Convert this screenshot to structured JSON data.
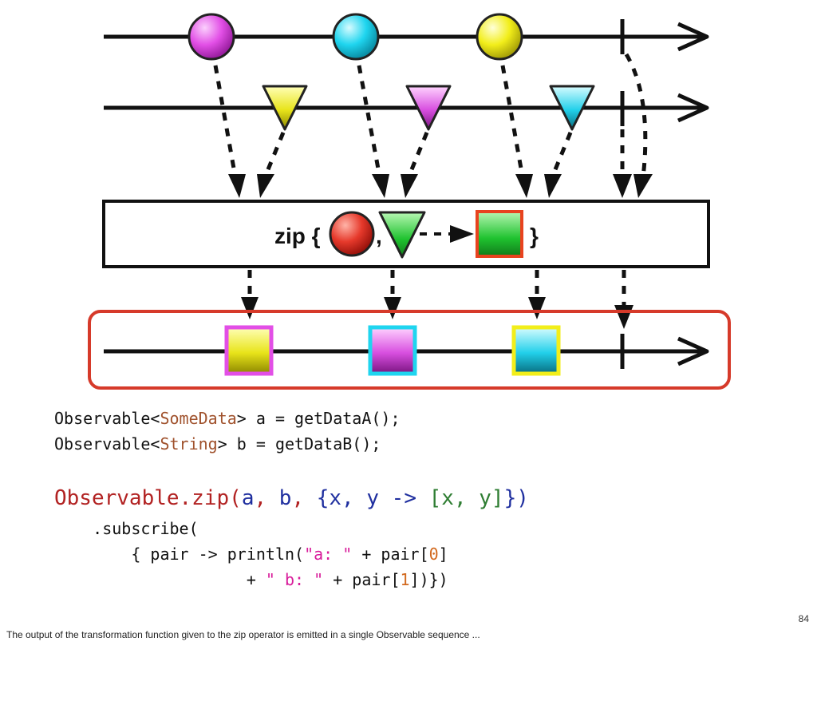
{
  "diagram": {
    "operator_box_label": "zip {",
    "operator_box_close": "}",
    "comma": ",",
    "top_stream": [
      "magenta",
      "cyan",
      "yellow"
    ],
    "second_stream": [
      "yellow",
      "magenta",
      "cyan"
    ],
    "output_stream": [
      {
        "fill": "yellow",
        "border": "magenta"
      },
      {
        "fill": "magenta",
        "border": "cyan"
      },
      {
        "fill": "cyan",
        "border": "yellow"
      }
    ],
    "colors": {
      "magenta": "#e24fe6",
      "cyan": "#1fd5ef",
      "yellow": "#f2ee1a",
      "red_highlight": "#d63a2a",
      "green": "#1fb52d"
    }
  },
  "code": {
    "line1": {
      "a": "Observable<",
      "type": "SomeData",
      "b": "> a = getDataA();"
    },
    "line2": {
      "a": "Observable<",
      "type": "String",
      "b": "> b = getDataB();"
    },
    "line3": {
      "p1": "Observable.zip(",
      "a": "a",
      "p2": ", ",
      "b": "b",
      "p3": ", ",
      "lambda": "{x, y -> ",
      "pair": "[x, y]",
      "end": "})"
    },
    "line4": "    .subscribe(",
    "line5": {
      "p1": "        { pair -> println(",
      "s1": "\"a: \"",
      "p2": " + pair[",
      "i0": "0",
      "p3": "]"
    },
    "line6": {
      "p1": "                    + ",
      "s2": "\" b: \"",
      "p2": " + pair[",
      "i1": "1",
      "p3": "])})"
    }
  },
  "page_number": "84",
  "caption": "The output of the transformation function given to the zip operator is emitted in a single Observable sequence ..."
}
